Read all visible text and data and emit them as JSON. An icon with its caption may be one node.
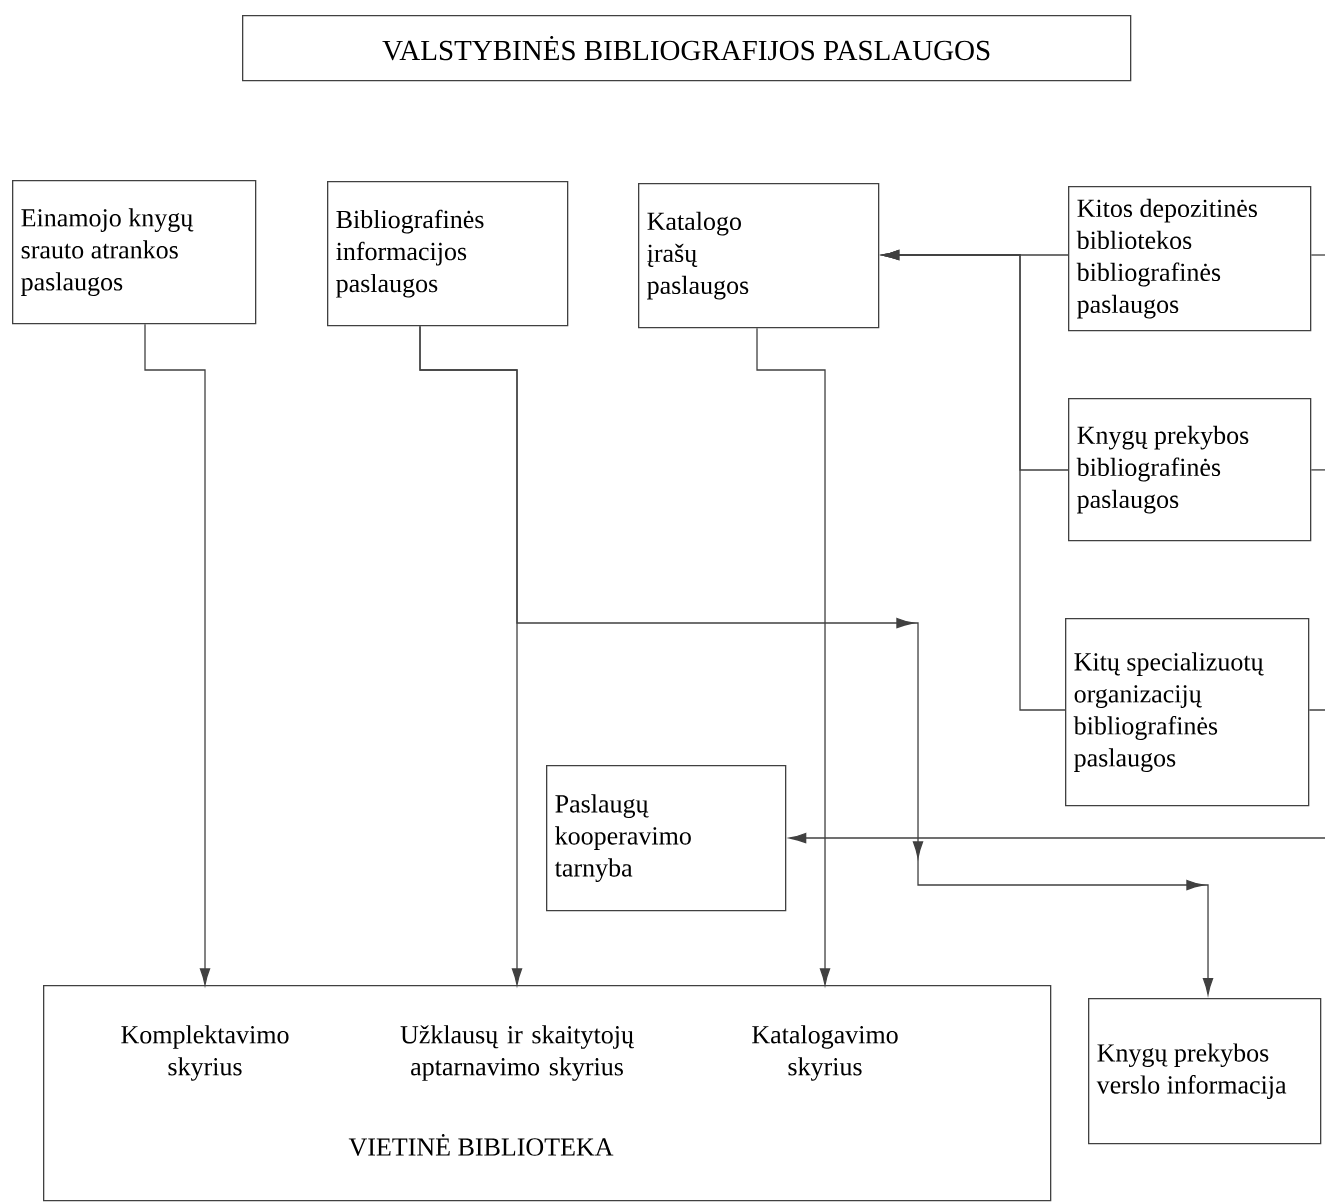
{
  "diagram": {
    "title": "VALSTYBINĖS BIBLIOGRAFIJOS PASLAUGOS",
    "nodes": [
      {
        "text": [
          "Einamojo knygų srauto atrankos paslaugos"
        ]
      },
      {
        "text": [
          "Bibliografinės informacijos paslaugos"
        ]
      },
      {
        "text": [
          "Katalogo įrašų paslaugos"
        ]
      },
      {
        "text": [
          "Kitos depozitinės bibliotekos bibliografinės paslaugos"
        ]
      },
      {
        "text": [
          "Knygų prekybos bibliografinės paslaugos"
        ]
      },
      {
        "text": [
          "Kitų specializuotų organizacijų bibliografinės paslaugos"
        ]
      },
      {
        "text": [
          "Paslaugų kooperavimo tarnyba"
        ]
      },
      {
        "text": [
          "VIETINĖ BIBLIOTEKA"
        ]
      },
      {
        "text": [
          "Komplektavimo skyrius"
        ],
        "in": 7
      },
      {
        "text": [
          "Užklausų ir skaitytojų aptarnavimo skyrius"
        ],
        "in": 7
      },
      {
        "text": [
          "Katalogavimo skyrius"
        ],
        "in": 7
      },
      {
        "text": [
          "Knygų prekybos verslo informacija"
        ]
      }
    ],
    "edges": [
      {
        "from": 0,
        "to": 8,
        "arrow": "to"
      },
      {
        "from": 1,
        "to": 9,
        "arrow": "to"
      },
      {
        "from": 2,
        "to": 10,
        "arrow": "to"
      },
      {
        "from": 1,
        "to": 11,
        "arrow": "to"
      },
      {
        "from": 3,
        "to": 2,
        "arrow": "to"
      },
      {
        "from": 4,
        "to": 2,
        "arrow": "to"
      },
      {
        "from": 5,
        "to": 2,
        "arrow": "to"
      },
      {
        "from": 3,
        "to": null,
        "arrow": "none"
      },
      {
        "from": 4,
        "to": null,
        "arrow": "none"
      },
      {
        "from": 5,
        "to": null,
        "arrow": "none"
      },
      {
        "from": null,
        "to": 6,
        "arrow": "to"
      }
    ]
  }
}
